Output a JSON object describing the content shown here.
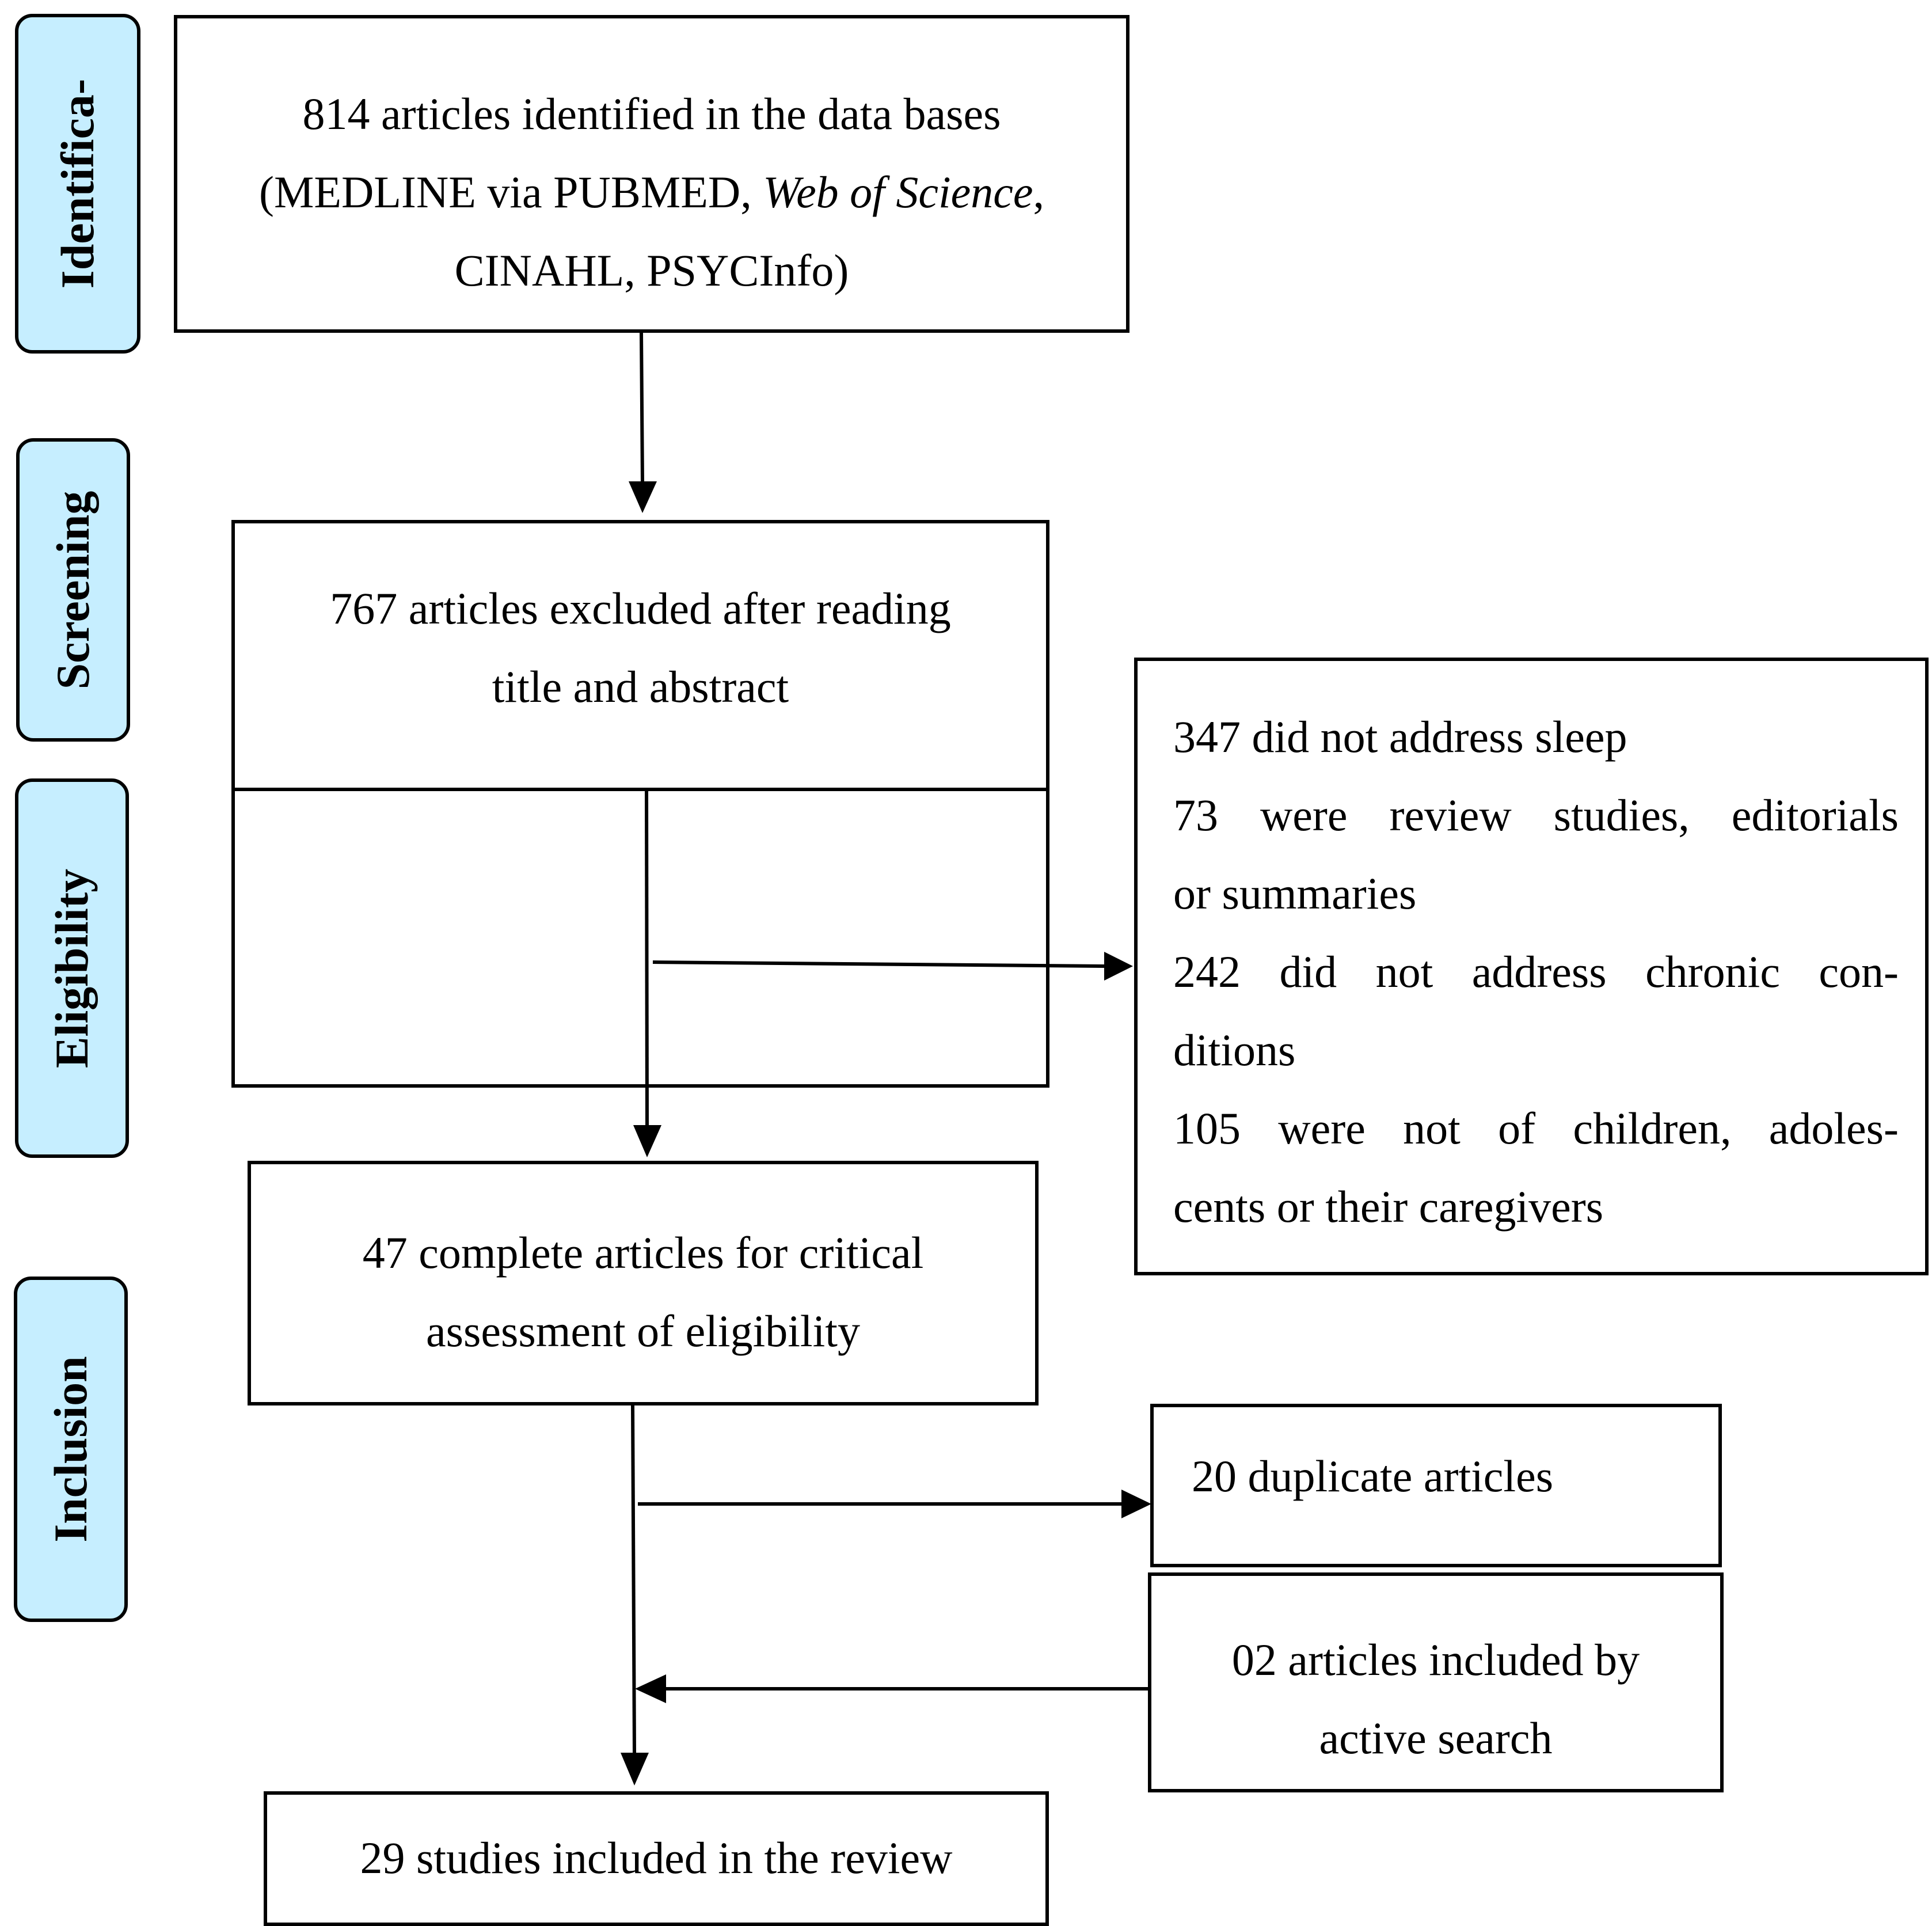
{
  "phases": {
    "identification": "Identifica-",
    "screening": "Screening",
    "eligibility": "Eligibility",
    "inclusion": "Inclusion"
  },
  "boxes": {
    "identified": {
      "line1": "814 articles identified in the data bases",
      "line2_a": "(MEDLINE via PUBMED, ",
      "line2_b": "Web of Science",
      "line2_c": ",",
      "line3": "CINAHL, PSYCInfo)"
    },
    "excluded_title": {
      "line1": "767 articles excluded after reading",
      "line2": "title and abstract"
    },
    "exclusion_reasons": {
      "line1": "347 did not address sleep",
      "line2": "73 were review studies, editorials",
      "line3": "or summaries",
      "line4": "242 did not address chronic con-",
      "line5": "ditions",
      "line6": "105 were not of children, adoles-",
      "line7": "cents or their caregivers"
    },
    "full_text": {
      "line1": "47 complete articles for critical",
      "line2": "assessment of eligibility"
    },
    "duplicates": {
      "line1": "20 duplicate articles"
    },
    "active_search": {
      "line1": "02 articles included by",
      "line2": "active search"
    },
    "included": {
      "line1": "29 studies included in the review"
    }
  },
  "colors": {
    "phase_fill": "#c6eeff",
    "stroke": "#000000"
  }
}
